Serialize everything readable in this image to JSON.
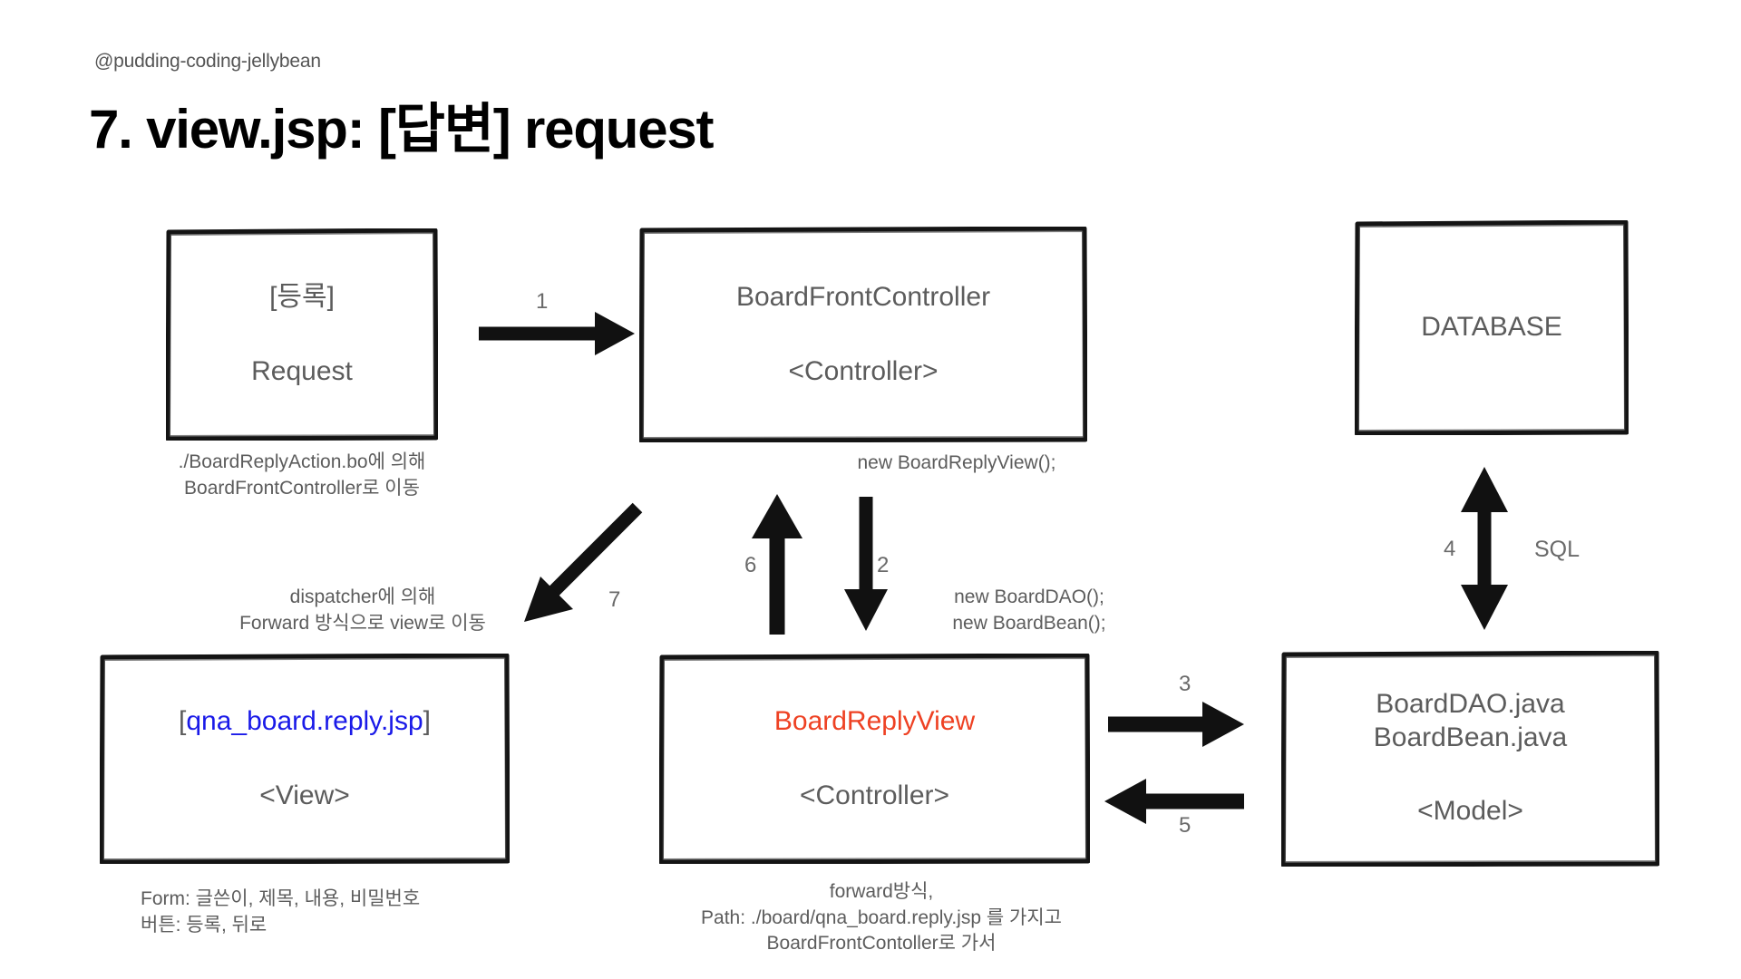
{
  "header": {
    "handle": "@pudding-coding-jellybean",
    "title": "7. view.jsp: [답변] request"
  },
  "boxes": {
    "request": {
      "line1": "[등록]",
      "line2": "Request"
    },
    "front_controller": {
      "line1": "BoardFrontController",
      "line2": "<Controller>"
    },
    "database": {
      "line1": "DATABASE"
    },
    "view": {
      "bracket_open": "[",
      "file": "qna_board.reply.jsp",
      "bracket_close": "]",
      "line2": "<View>"
    },
    "reply_view": {
      "line1": "BoardReplyView",
      "line2": "<Controller>"
    },
    "model": {
      "line1": "BoardDAO.java",
      "line2": "BoardBean.java",
      "line3": "<Model>"
    }
  },
  "captions": {
    "request_note": "./BoardReplyAction.bo에 의해\nBoardFrontController로 이동",
    "new_reply_view": "new BoardReplyView();",
    "dispatcher_note": "dispatcher에 의해\nForward 방식으로 view로 이동",
    "new_dao_bean": "new BoardDAO();\nnew BoardBean();",
    "form_note": "Form: 글쓴이, 제목, 내용, 비밀번호\n버튼: 등록, 뒤로",
    "forward_note": "forward방식,\nPath: ./board/qna_board.reply.jsp 를 가지고\nBoardFrontContoller로 가서"
  },
  "arrows": {
    "n1": "1",
    "n2": "2",
    "n3": "3",
    "n4": "4",
    "n5": "5",
    "n6": "6",
    "n7": "7",
    "sql": "SQL"
  },
  "colors": {
    "ink": "#5c5c5c",
    "title": "#000000",
    "blue": "#1a1ae8",
    "red": "#ee4123",
    "stroke": "#111111",
    "background": "#ffffff"
  }
}
